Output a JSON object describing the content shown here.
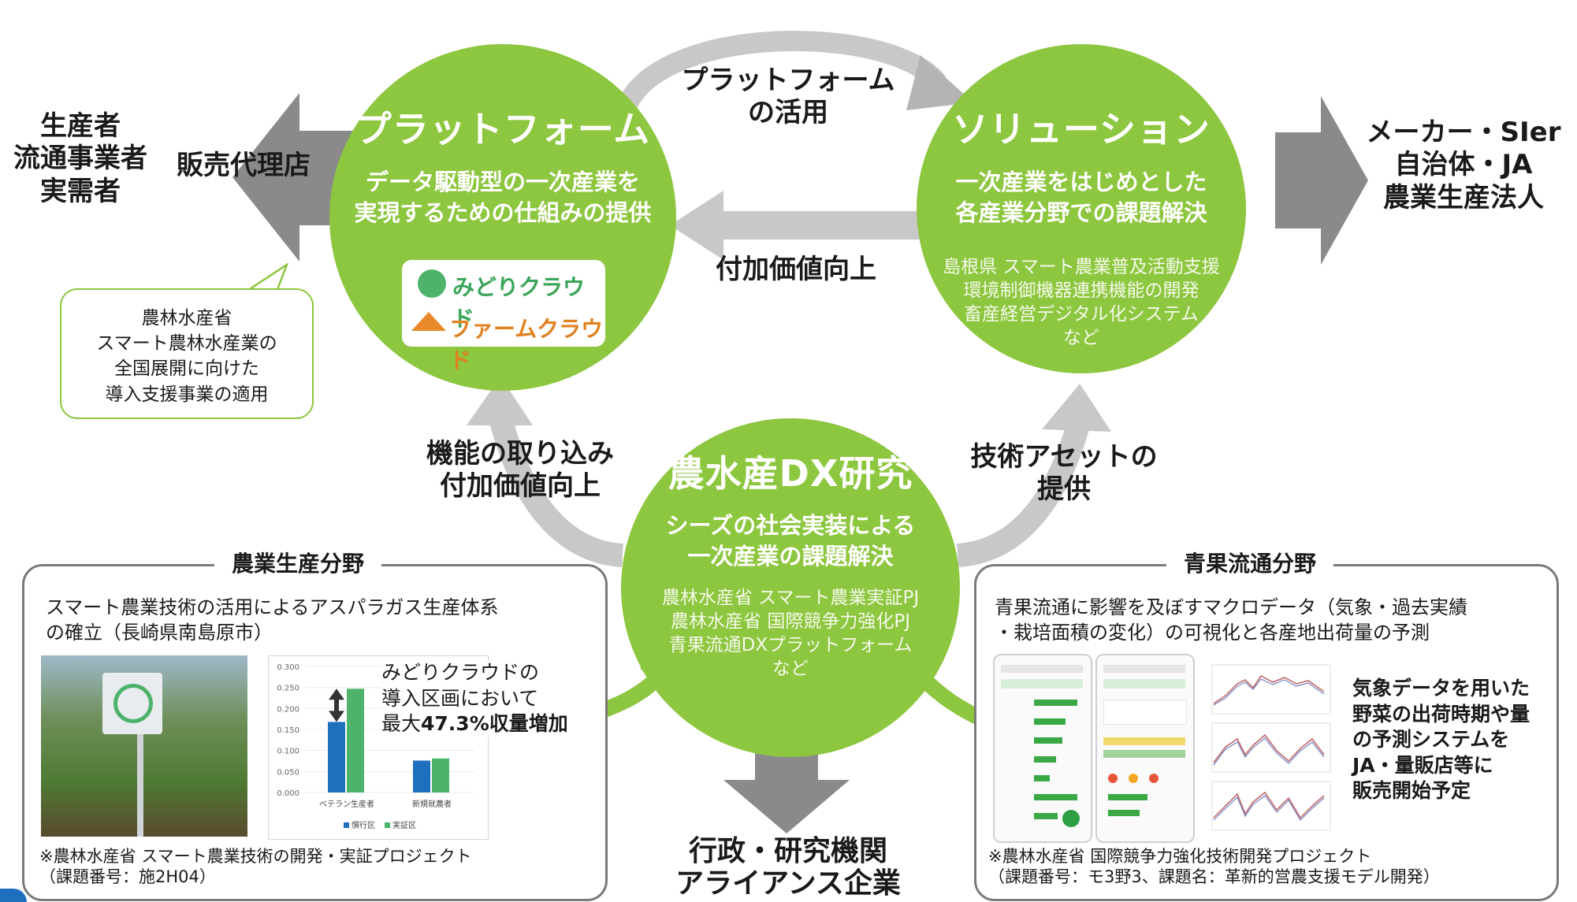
{
  "left_group": {
    "line1": "生産者",
    "line2": "流通事業者",
    "line3": "実需者"
  },
  "left_arrow_label": "販売代理店",
  "right_group": {
    "line1": "メーカー・SIer",
    "line2": "自治体・JA",
    "line3": "農業生産法人"
  },
  "top_arrow_label": {
    "line1": "プラットフォーム",
    "line2": "の活用"
  },
  "middle_arrow_label": "付加価値向上",
  "left_up_label": {
    "line1": "機能の取り込み",
    "line2": "付加価値向上"
  },
  "right_up_label": {
    "line1": "技術アセットの",
    "line2": "提供"
  },
  "bottom_group": {
    "line1": "行政・研究機関",
    "line2": "アライアンス企業"
  },
  "platform": {
    "title": "プラットフォーム",
    "sub1": "データ駆動型の一次産業を",
    "sub2": "実現するための仕組みの提供",
    "logo1": "みどりクラウド",
    "logo2": "ファームクラウド"
  },
  "solution": {
    "title": "ソリューション",
    "sub1": "一次産業をはじめとした",
    "sub2": "各産業分野での課題解決",
    "note1": "島根県 スマート農業普及活動支援",
    "note2": "環境制御機器連携機能の開発",
    "note3": "畜産経営デジタル化システム",
    "note4": "など"
  },
  "dx": {
    "title": "農水産DX研究",
    "sub1": "シーズの社会実装による",
    "sub2": "一次産業の課題解決",
    "note1": "農林水産省 スマート農業実証PJ",
    "note2": "農林水産省 国際競争力強化PJ",
    "note3": "青果流通DXプラットフォーム",
    "note4": "など"
  },
  "bubble": {
    "line1": "農林水産省",
    "line2": "スマート農林水産業の",
    "line3": "全国展開に向けた",
    "line4": "導入支援事業の適用"
  },
  "panel_left": {
    "title": "農業生産分野",
    "text1": "スマート農業技術の活用によるアスパラガス生産体系",
    "text2": "の確立（長崎県南島原市）",
    "result1": "みどりクラウドの",
    "result2": "導入区画において",
    "result3_prefix": "最大",
    "result3_bold": "47.3%収量増加",
    "foot1": "※農林水産省 スマート農業技術の開発・実証プロジェクト",
    "foot2": "（課題番号：施2H04）"
  },
  "panel_right": {
    "title": "青果流通分野",
    "text1": "青果流通に影響を及ぼすマクロデータ（気象・過去実績",
    "text2": "・栽培面積の変化）の可視化と各産地出荷量の予測",
    "result1": "気象データを用いた",
    "result2": "野菜の出荷時期や量",
    "result3": "の予測システムを",
    "result4": "JA・量販店等に",
    "result5": "販売開始予定",
    "foot1": "※農林水産省 国際競争力強化技術開発プロジェクト",
    "foot2": "（課題番号：モ3野3、課題名：革新的営農支援モデル開発）"
  },
  "chart_data": {
    "type": "bar",
    "categories": [
      "ベテラン生産者",
      "新規就農者"
    ],
    "series": [
      {
        "name": "慣行区",
        "values": [
          0.168,
          0.076
        ],
        "color": "#1f6fbf"
      },
      {
        "name": "実証区",
        "values": [
          0.247,
          0.081
        ],
        "color": "#4db36b"
      }
    ],
    "ylim": [
      0,
      0.3
    ],
    "yticks": [
      "0.300",
      "0.250",
      "0.200",
      "0.150",
      "0.100",
      "0.050",
      "0.000"
    ],
    "legend": "bottom"
  },
  "colors": {
    "green": "#8dc63f",
    "gray_arrow": "#8a8a8a",
    "light_arrow": "#c8c8c8"
  }
}
